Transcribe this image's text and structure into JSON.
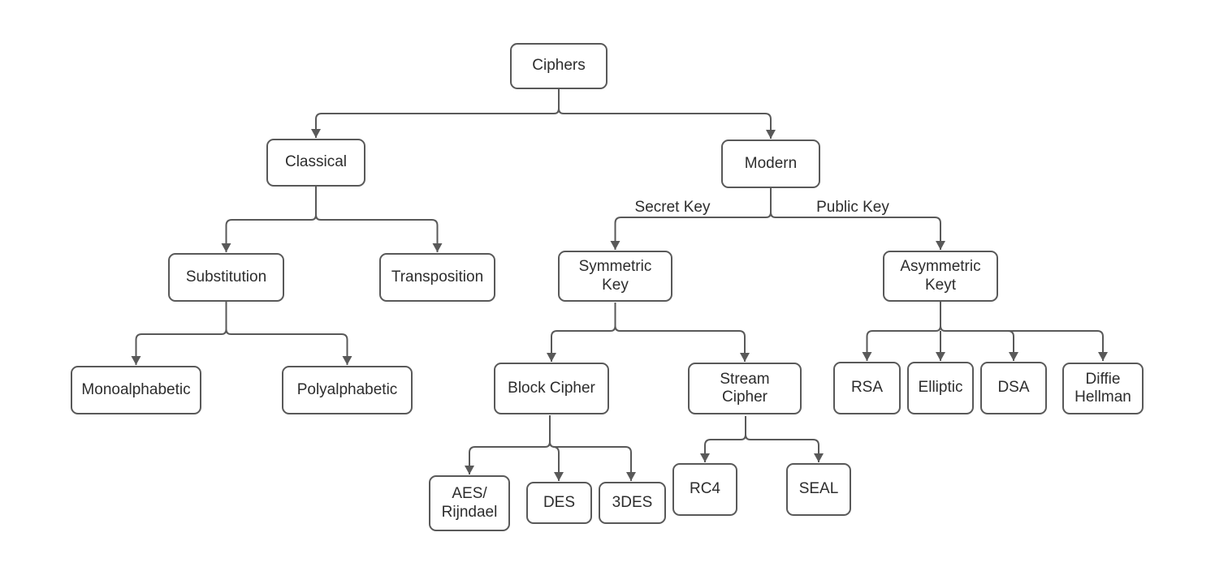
{
  "diagram": {
    "nodes": {
      "ciphers": {
        "label": "Ciphers"
      },
      "classical": {
        "label": "Classical"
      },
      "modern": {
        "label": "Modern"
      },
      "substitution": {
        "label": "Substitution"
      },
      "transposition": {
        "label": "Transposition"
      },
      "symmetric_key": {
        "label": "Symmetric\nKey"
      },
      "asymmetric_keyt": {
        "label": "Asymmetric\nKeyt"
      },
      "monoalphabetic": {
        "label": "Monoalphabetic"
      },
      "polyalphabetic": {
        "label": "Polyalphabetic"
      },
      "block_cipher": {
        "label": "Block Cipher"
      },
      "stream_cipher": {
        "label": "Stream\nCipher"
      },
      "rsa": {
        "label": "RSA"
      },
      "elliptic": {
        "label": "Elliptic"
      },
      "dsa": {
        "label": "DSA"
      },
      "diffie_hellman": {
        "label": "Diffie\nHellman"
      },
      "aes_rijndael": {
        "label": "AES/\nRijndael"
      },
      "des": {
        "label": "DES"
      },
      "des3": {
        "label": "3DES"
      },
      "rc4": {
        "label": "RC4"
      },
      "seal": {
        "label": "SEAL"
      }
    },
    "edges": [
      {
        "from": "ciphers",
        "to": "classical",
        "label": ""
      },
      {
        "from": "ciphers",
        "to": "modern",
        "label": ""
      },
      {
        "from": "classical",
        "to": "substitution",
        "label": ""
      },
      {
        "from": "classical",
        "to": "transposition",
        "label": ""
      },
      {
        "from": "modern",
        "to": "symmetric_key",
        "label": "Secret Key"
      },
      {
        "from": "modern",
        "to": "asymmetric_keyt",
        "label": "Public Key"
      },
      {
        "from": "substitution",
        "to": "monoalphabetic",
        "label": ""
      },
      {
        "from": "substitution",
        "to": "polyalphabetic",
        "label": ""
      },
      {
        "from": "symmetric_key",
        "to": "block_cipher",
        "label": ""
      },
      {
        "from": "symmetric_key",
        "to": "stream_cipher",
        "label": ""
      },
      {
        "from": "asymmetric_keyt",
        "to": "rsa",
        "label": ""
      },
      {
        "from": "asymmetric_keyt",
        "to": "elliptic",
        "label": ""
      },
      {
        "from": "asymmetric_keyt",
        "to": "dsa",
        "label": ""
      },
      {
        "from": "asymmetric_keyt",
        "to": "diffie_hellman",
        "label": ""
      },
      {
        "from": "block_cipher",
        "to": "aes_rijndael",
        "label": ""
      },
      {
        "from": "block_cipher",
        "to": "des",
        "label": ""
      },
      {
        "from": "block_cipher",
        "to": "des3",
        "label": ""
      },
      {
        "from": "stream_cipher",
        "to": "rc4",
        "label": ""
      },
      {
        "from": "stream_cipher",
        "to": "seal",
        "label": ""
      }
    ],
    "colors": {
      "line": "#595959",
      "box_border": "#595959",
      "text": "#2d2d2d",
      "background": "#ffffff"
    }
  }
}
